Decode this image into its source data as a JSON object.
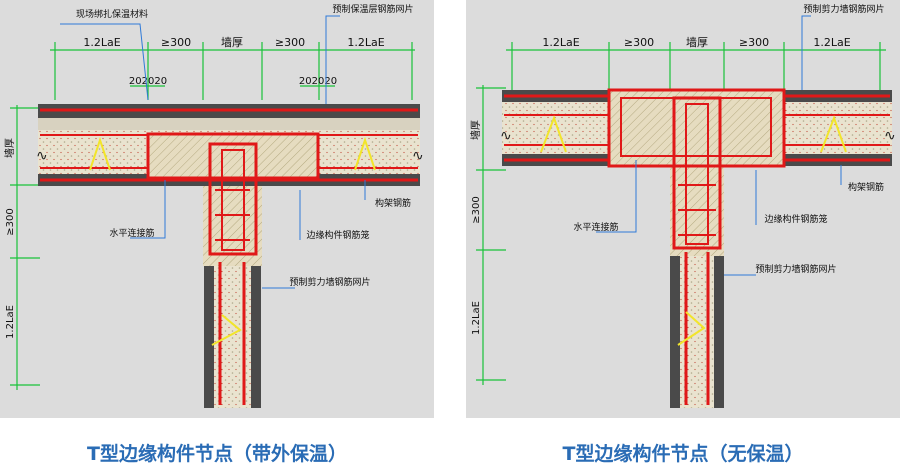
{
  "left": {
    "caption": "T型边缘构件节点（带外保温）",
    "labels": {
      "insulation_top": "现场绑扎保温材料",
      "mesh_top": "预制保温层钢筋网片",
      "dim_12lae_left": "1.2LaE",
      "dim_300_left": "≥300",
      "dim_wall": "墙厚",
      "dim_300_right": "≥300",
      "dim_12lae_right": "1.2LaE",
      "dim_20_l": "202020",
      "dim_20_r": "202020",
      "side_wall": "墙厚",
      "side_300": "≥300",
      "side_12lae": "1.2LaE",
      "lap_bar": "水平连接筋",
      "edge_cage": "边缘构件钢筋笼",
      "stirrup": "构架钢筋",
      "shear_mesh": "预制剪力墙钢筋网片"
    }
  },
  "right": {
    "caption": "T型边缘构件节点（无保温）",
    "labels": {
      "mesh_top": "预制剪力墙钢筋网片",
      "dim_12lae_left": "1.2LaE",
      "dim_300_left": "≥300",
      "dim_wall": "墙厚",
      "dim_300_right": "≥300",
      "dim_12lae_right": "1.2LaE",
      "side_wall": "墙厚",
      "side_300": "≥300",
      "side_12lae": "1.2LaE",
      "lap_bar": "水平连接筋",
      "edge_cage": "边缘构件钢筋笼",
      "stirrup": "构架钢筋",
      "shear_mesh": "预制剪力墙钢筋网片"
    }
  },
  "colors": {
    "dimension": "#19c23a",
    "leader": "#2f7ad8",
    "rebar": "#e01818",
    "stirrup": "#f2e52a",
    "concrete": "#e9e3cf",
    "concrete_dots": "#b0a98c",
    "precast_shell": "#4a4a4a",
    "caption": "#2a6cb5"
  }
}
